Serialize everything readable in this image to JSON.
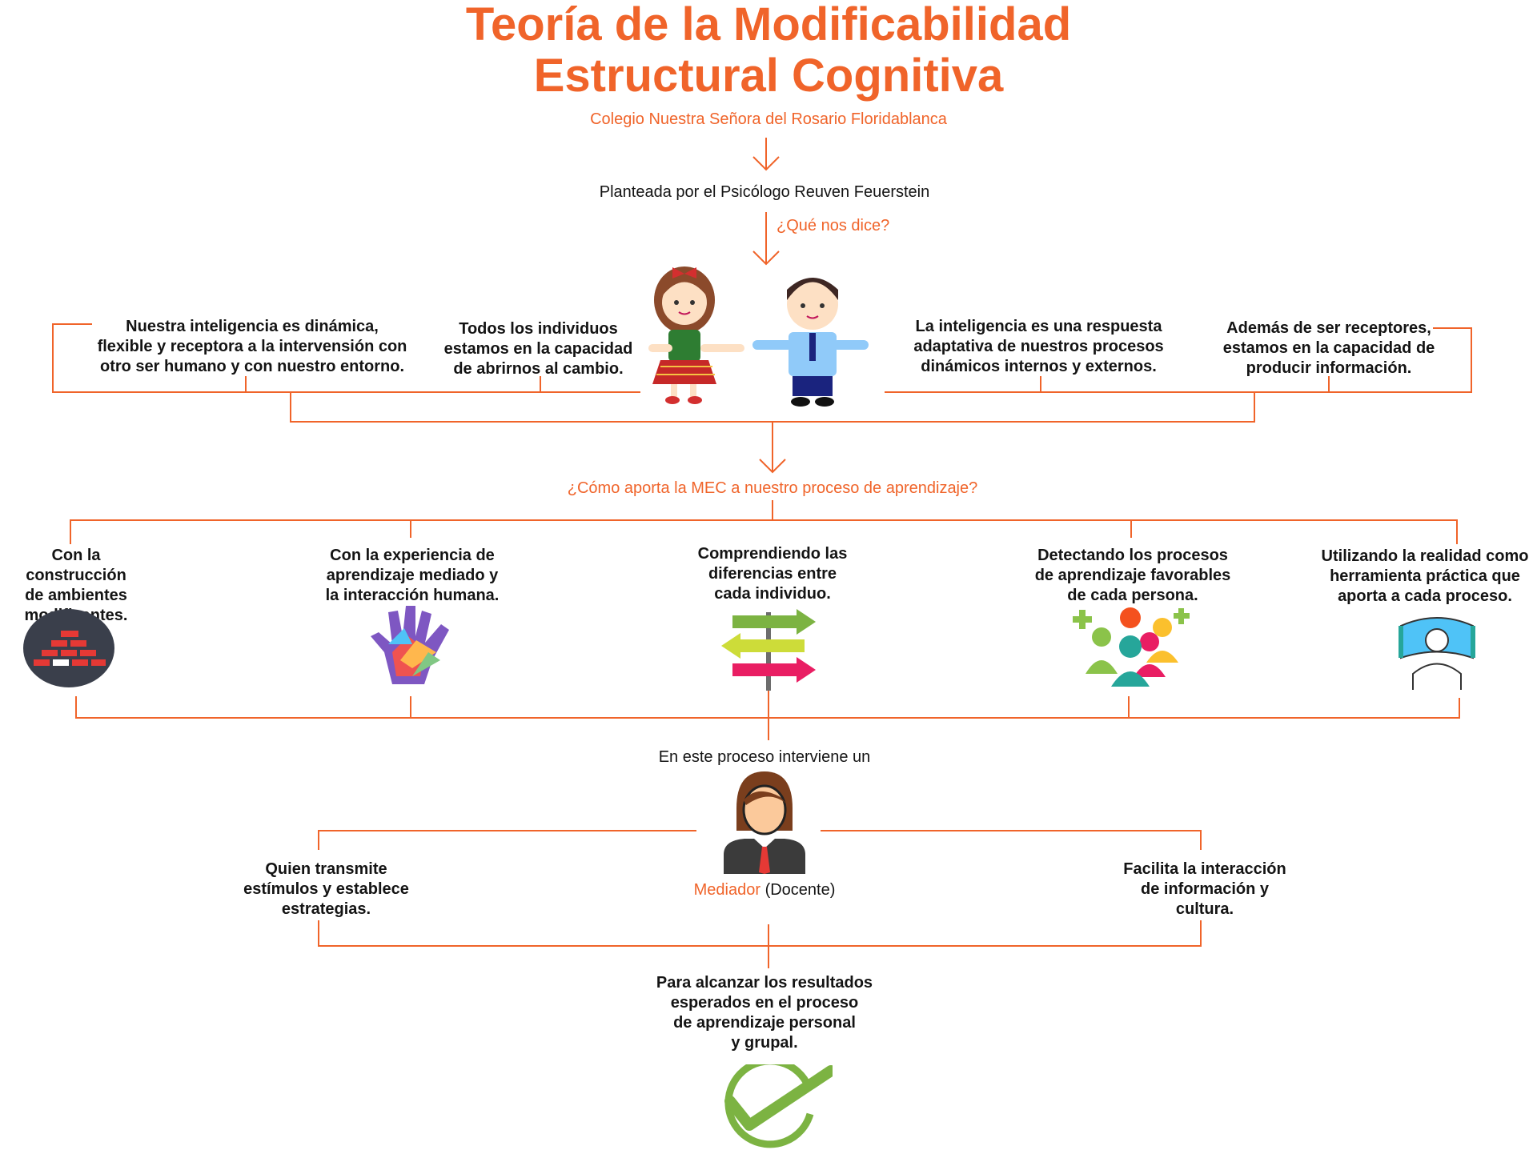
{
  "colors": {
    "accent": "#f0642a",
    "text": "#141414",
    "check": "#7cb342"
  },
  "title": {
    "line1": "Teoría de la Modificabilidad",
    "line2": "Estructural Cognitiva"
  },
  "school": "Colegio Nuestra Señora del Rosario Floridablanca",
  "author": "Planteada por el Psicólogo Reuven Feuerstein",
  "question1": "¿Qué nos dice?",
  "says": [
    {
      "lines": [
        "Nuestra inteligencia es dinámica,",
        "flexible y receptora a la intervensión con",
        "otro ser humano y con nuestro entorno."
      ]
    },
    {
      "lines": [
        "Todos los individuos",
        "estamos en la capacidad",
        "de abrirnos al cambio."
      ]
    },
    {
      "lines": [
        "La inteligencia es una respuesta",
        "adaptativa de nuestros procesos",
        "dinámicos internos y externos."
      ]
    },
    {
      "lines": [
        "Además de ser receptores,",
        "estamos en la capacidad de",
        "producir información."
      ]
    }
  ],
  "question2": "¿Cómo aporta la MEC a nuestro proceso de aprendizaje?",
  "contributions": [
    {
      "lines": [
        "Con la construcción",
        "de ambientes",
        "modificantes."
      ],
      "icon": "brick-wall-icon"
    },
    {
      "lines": [
        "Con la experiencia de",
        "aprendizaje mediado y",
        "la interacción humana."
      ],
      "icon": "hands-icon"
    },
    {
      "lines": [
        "Comprendiendo las",
        "diferencias entre",
        "cada individuo."
      ],
      "icon": "signpost-icon"
    },
    {
      "lines": [
        "Detectando los procesos",
        "de aprendizaje favorables",
        "de cada persona."
      ],
      "icon": "people-group-icon"
    },
    {
      "lines": [
        "Utilizando la realidad como",
        "herramienta práctica que",
        "aporta a cada proceso."
      ],
      "icon": "virtual-reality-icon"
    }
  ],
  "intervenes": "En este proceso interviene un",
  "mediator": {
    "name": "Mediador",
    "role": "(Docente)"
  },
  "mediator_roles": [
    {
      "lines": [
        "Quien transmite",
        "estímulos y establece",
        "estrategias."
      ]
    },
    {
      "lines": [
        "Facilita la interacción",
        "de información y",
        "cultura."
      ]
    }
  ],
  "goal": {
    "lines": [
      "Para alcanzar los resultados",
      "esperados en el proceso",
      "de aprendizaje personal",
      "y grupal."
    ]
  }
}
